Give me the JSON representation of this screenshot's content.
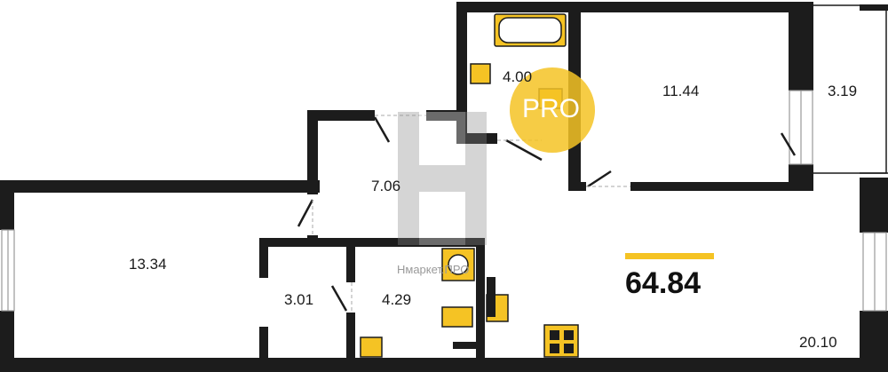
{
  "plan": {
    "total_area": "64.84",
    "rooms": [
      {
        "id": "bathroom",
        "area": "4.00"
      },
      {
        "id": "bedroom",
        "area": "11.44"
      },
      {
        "id": "balcony",
        "area": "3.19"
      },
      {
        "id": "hall",
        "area": "7.06"
      },
      {
        "id": "living-room",
        "area": "13.34"
      },
      {
        "id": "storage",
        "area": "3.01"
      },
      {
        "id": "wc",
        "area": "4.29"
      },
      {
        "id": "kitchen-living",
        "area": "20.10"
      }
    ],
    "watermark": {
      "pro_badge": "PRO",
      "brand": "Нмаркет.ПРО"
    },
    "colors": {
      "wall": "#1c1c1c",
      "fixture": "#f5c324",
      "accent": "#f5c324"
    }
  }
}
